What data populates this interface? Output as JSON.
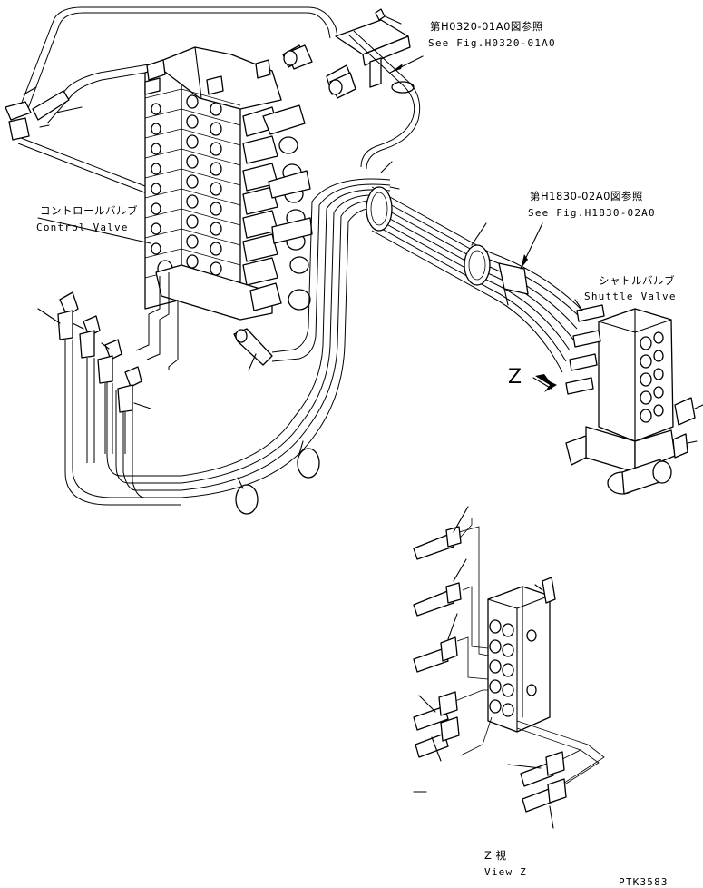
{
  "labels": {
    "ref_h0320_jp": "第H0320-01A0図参照",
    "ref_h0320_en": "See Fig.H0320-01A0",
    "ref_h1830_jp": "第H1830-02A0図参照",
    "ref_h1830_en": "See Fig.H1830-02A0",
    "control_valve_jp": "コントロールバルブ",
    "control_valve_en": "Control Valve",
    "shuttle_valve_jp": "シャトルバルブ",
    "shuttle_valve_en": "Shuttle Valve",
    "view_marker": "Z",
    "view_z_jp": "Z  視",
    "view_z_en": "View Z",
    "drawing_code": "PTK3583"
  }
}
